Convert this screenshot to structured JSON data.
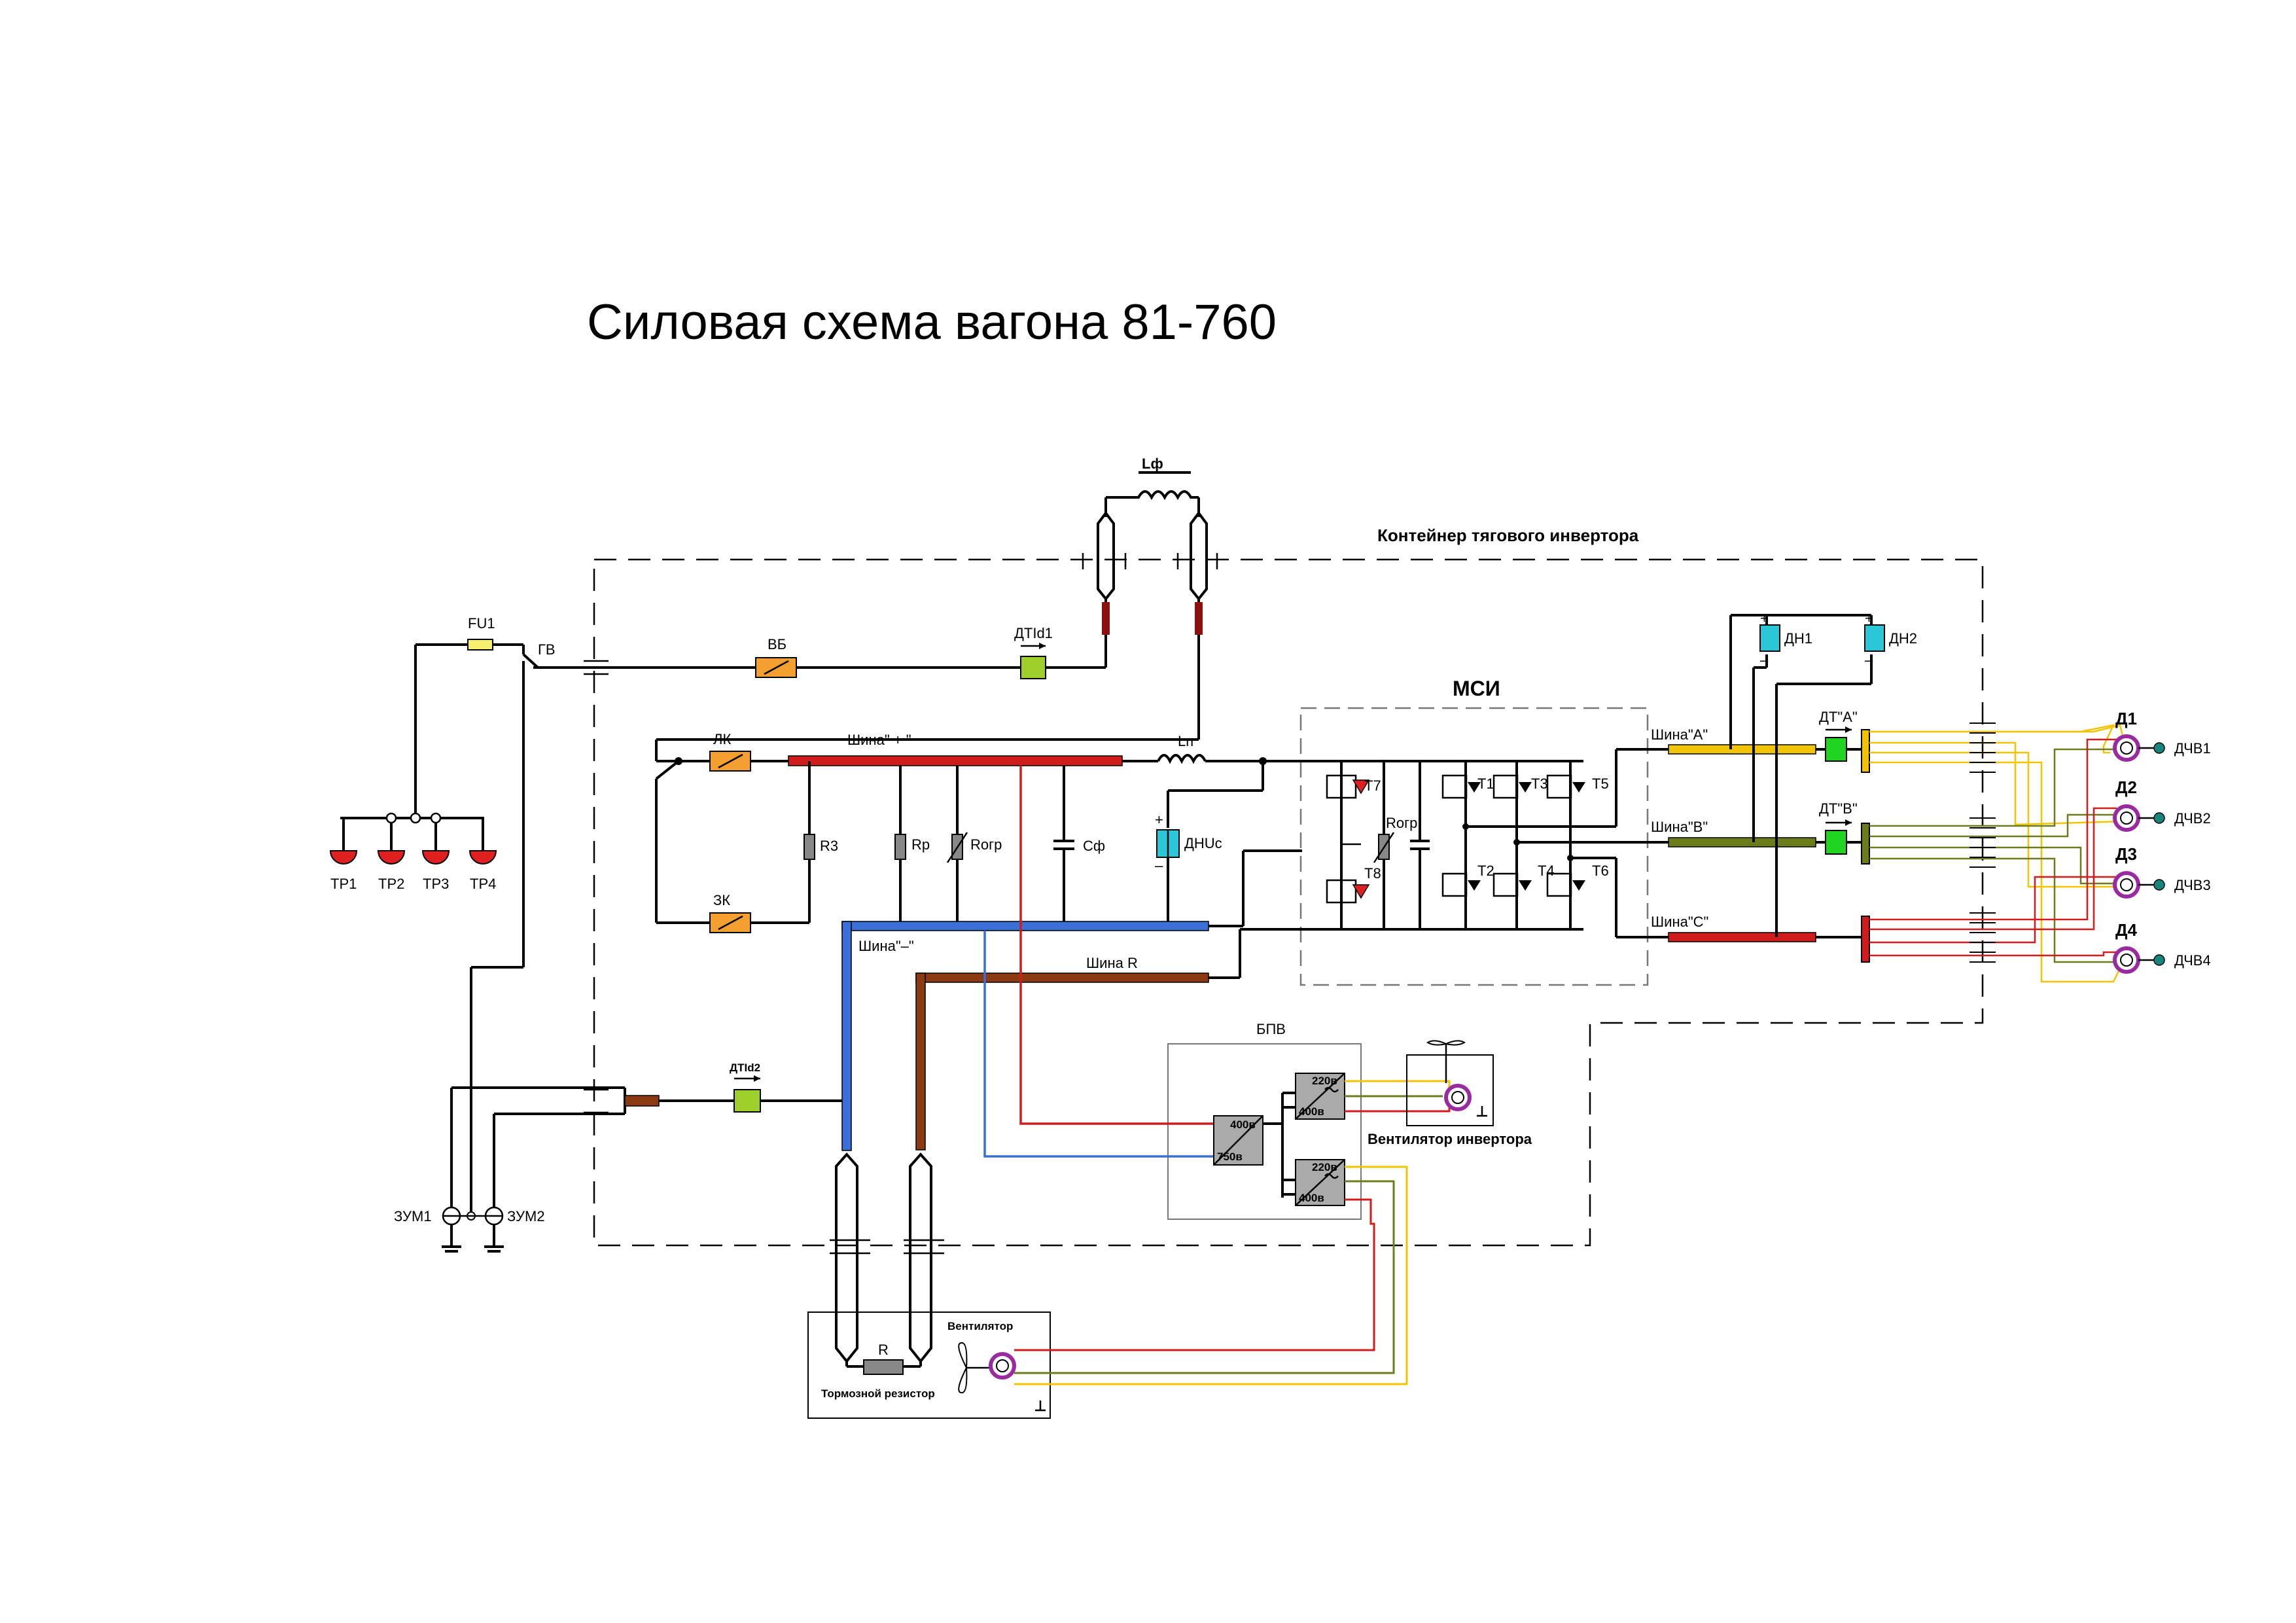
{
  "title": "Силовая схема вагона 81-760",
  "colors": {
    "bus_plus": "#d01c1c",
    "bus_minus": "#3a6fd8",
    "bus_r": "#8b3a12",
    "phase_a": "#f2c400",
    "phase_b": "#6b7c1a",
    "phase_c": "#d01c1c",
    "switch_orange": "#f3a030",
    "sensor_green": "#9fcf2a",
    "current_sensor_bright": "#22d422",
    "voltage_sensor_cyan": "#29c7d8",
    "motor_ring": "#9a2aa0",
    "terminal_teal": "#16857b"
  },
  "labels": {
    "container": "Контейнер тягового инвертора",
    "msi": "МСИ",
    "l_filter": "Lф",
    "fu1": "FU1",
    "gv": "ГВ",
    "vb": "ВБ",
    "dtid1": "ДТId1",
    "dtid2": "ДТId2",
    "lk": "ЛК",
    "zk": "ЗК",
    "bus_plus": "Шина\" + \"",
    "bus_minus": "Шина\"–\"",
    "bus_r": "Шина R",
    "ln": "Lп",
    "r3": "R3",
    "rp": "Rр",
    "rogr": "Rогр",
    "rogr2": "Rогр",
    "cf": "Сф",
    "dnuc": "ДНUc",
    "plus": "+",
    "minus": "–",
    "tr1": "ТР1",
    "tr2": "ТР2",
    "tr3": "ТР3",
    "tr4": "ТР4",
    "zum1": "ЗУМ1",
    "zum2": "ЗУМ2",
    "t1": "Т1",
    "t2": "Т2",
    "t3": "Т3",
    "t4": "Т4",
    "t5": "Т5",
    "t6": "Т6",
    "t7": "Т7",
    "t8": "Т8",
    "bus_a": "Шина\"А\"",
    "bus_b": "Шина\"В\"",
    "bus_c": "Шина\"С\"",
    "dh1": "ДН1",
    "dh2": "ДН2",
    "dt_a": "ДТ\"А\"",
    "dt_b": "ДТ\"В\"",
    "d1": "Д1",
    "d2": "Д2",
    "d3": "Д3",
    "d4": "Д4",
    "dchv1": "ДЧВ1",
    "dchv2": "ДЧВ2",
    "dchv3": "ДЧВ3",
    "dchv4": "ДЧВ4",
    "bpv": "БПВ",
    "v400": "400в",
    "v750": "750в",
    "v220a": "220в",
    "v400a": "400в",
    "v220b": "220в",
    "v400b": "400в",
    "inverter_fan": "Вентилятор инвертора",
    "r_brake": "R",
    "fan": "Вентилятор",
    "brake_resistor": "Тормозной резистор"
  }
}
